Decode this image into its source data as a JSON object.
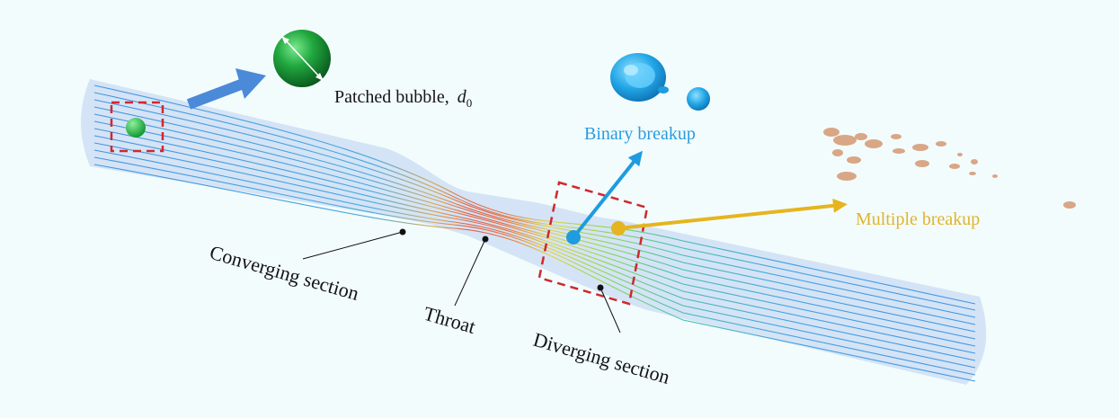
{
  "labels": {
    "patched_bubble": "Patched bubble,",
    "diameter_symbol": "d",
    "diameter_subscript": "0",
    "binary_breakup": "Binary breakup",
    "multiple_breakup": "Multiple breakup",
    "converging_section": "Converging section",
    "throat": "Throat",
    "diverging_section": "Diverging section"
  },
  "colors": {
    "background": "#f2fcfd",
    "pipe_fill": "#c9dcf3",
    "streamline": "#3d8fdc",
    "throat_flow": "#e2563c",
    "bubble_green": "#1fa83e",
    "binary_blue": "#1f9be0",
    "multiple_gold": "#e6b41f",
    "fragments": "#d59872",
    "highlight_box": "#d0282e",
    "arrow_blue": "#4a8ad8"
  },
  "icons": {
    "bubble": "green-sphere-icon",
    "binary_fragments": "blue-bubble-fragments-icon",
    "multiple_fragments": "scattered-droplets-icon"
  }
}
